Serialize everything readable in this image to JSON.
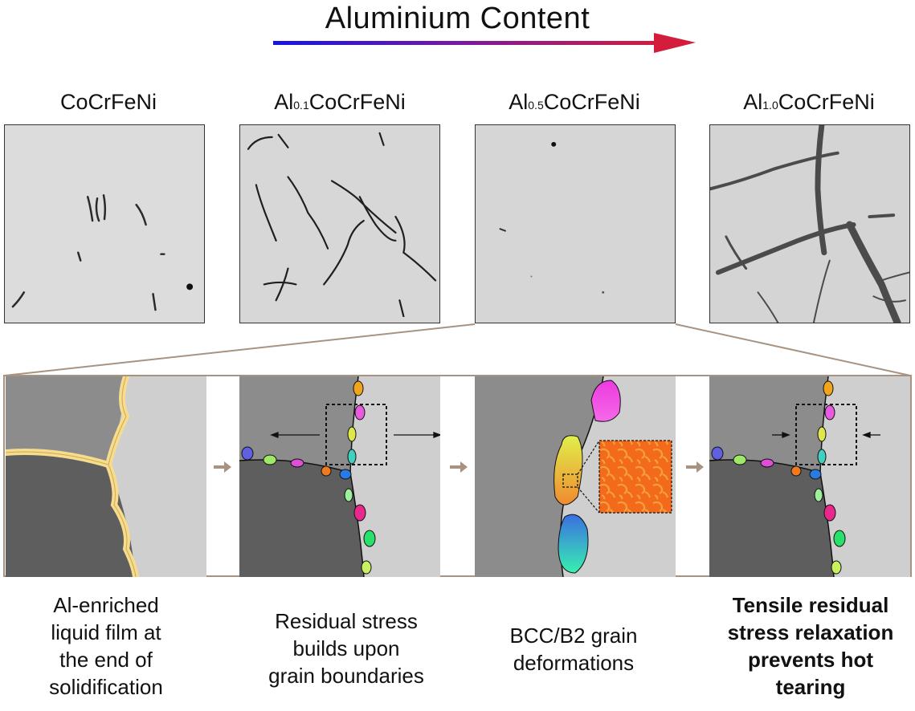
{
  "header": {
    "title": "Aluminium  Content",
    "arrow_color_start": "#1414e6",
    "arrow_color_end": "#d41c3c"
  },
  "compositions": [
    {
      "prefix": "CoCrFeNi",
      "sub": "",
      "suffix": ""
    },
    {
      "prefix": "Al",
      "sub": "0.1",
      "suffix": "CoCrFeNi"
    },
    {
      "prefix": "Al",
      "sub": "0.5",
      "suffix": "CoCrFeNi"
    },
    {
      "prefix": "Al",
      "sub": "1.0",
      "suffix": "CoCrFeNi"
    }
  ],
  "micrographs": [
    {
      "name": "CoCrFeNi micrograph",
      "crack_level": "few short cracks"
    },
    {
      "name": "Al0.1CoCrFeNi micrograph",
      "crack_level": "network of fine cracks"
    },
    {
      "name": "Al0.5CoCrFeNi micrograph",
      "crack_level": "crack free"
    },
    {
      "name": "Al1.0CoCrFeNi micrograph",
      "crack_level": "wide cracks"
    }
  ],
  "captions": [
    {
      "lines": [
        "Al-enriched",
        "liquid film at",
        "the end of",
        "solidification"
      ],
      "bold": false
    },
    {
      "lines": [
        "Residual stress",
        "builds upon",
        "grain boundaries"
      ],
      "bold": false
    },
    {
      "lines": [
        "BCC/B2 grain",
        "deformations"
      ],
      "bold": false
    },
    {
      "lines": [
        "Tensile residual",
        "stress relaxation",
        "prevents hot",
        "tearing"
      ],
      "bold": true
    }
  ],
  "colors": {
    "frame": "#a89381",
    "grain_dark": "#5e5e5e",
    "grain_mid": "#8c8c8c",
    "grain_light": "#cfcfcf",
    "liquid_film": "#f7dc8c",
    "step_arrow": "#a89381",
    "inset_orange": "#f36a1c"
  }
}
